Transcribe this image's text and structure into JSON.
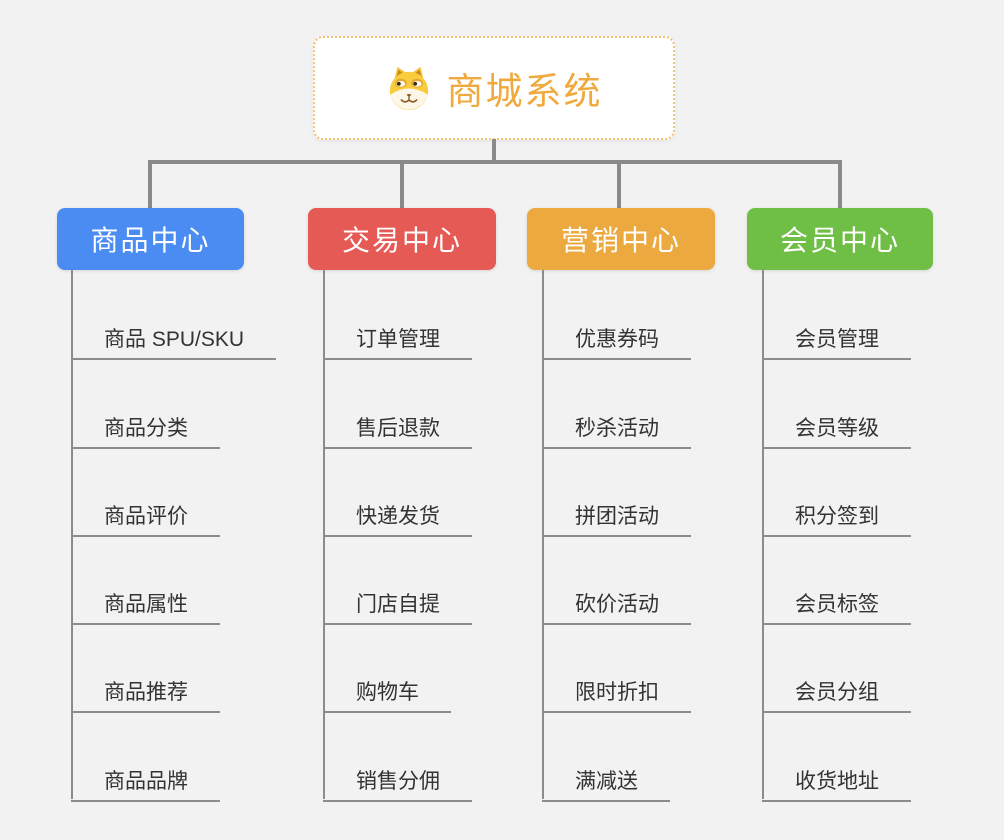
{
  "root": {
    "title": "商城系统",
    "icon": "shiba-dog-icon",
    "title_color": "#F0A93C"
  },
  "branches": [
    {
      "id": "goods",
      "label": "商品中心",
      "color": "#4A8CF2",
      "children": [
        "商品 SPU/SKU",
        "商品分类",
        "商品评价",
        "商品属性",
        "商品推荐",
        "商品品牌"
      ]
    },
    {
      "id": "trade",
      "label": "交易中心",
      "color": "#E65A56",
      "children": [
        "订单管理",
        "售后退款",
        "快递发货",
        "门店自提",
        "购物车",
        "销售分佣"
      ]
    },
    {
      "id": "marketing",
      "label": "营销中心",
      "color": "#EBA93F",
      "children": [
        "优惠券码",
        "秒杀活动",
        "拼团活动",
        "砍价活动",
        "限时折扣",
        "满减送"
      ]
    },
    {
      "id": "member",
      "label": "会员中心",
      "color": "#6FBE45",
      "children": [
        "会员管理",
        "会员等级",
        "积分签到",
        "会员标签",
        "会员分组",
        "收货地址"
      ]
    }
  ],
  "colors": {
    "background": "#F2F2F2",
    "connector": "#8A8A8A",
    "child_line": "#8C8C8C",
    "child_text": "#333333",
    "root_border": "#F2C377"
  }
}
